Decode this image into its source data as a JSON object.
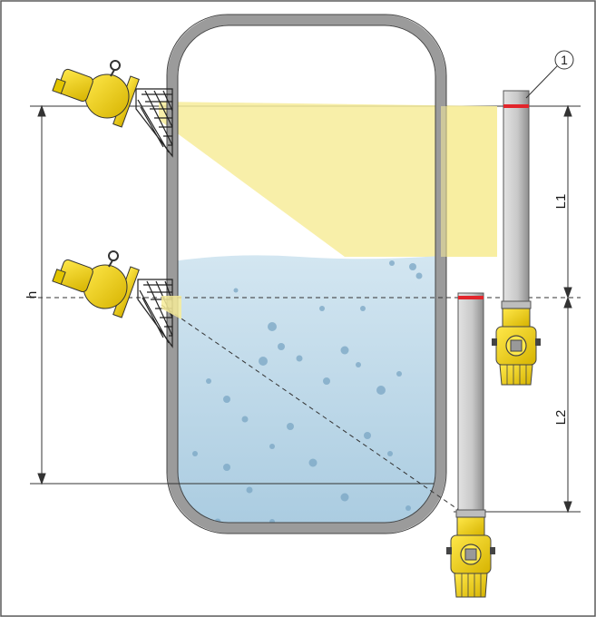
{
  "labels": {
    "h": "h",
    "L1": "L1",
    "L2": "L2",
    "callout_number": "1"
  },
  "colors": {
    "background": "#ffffff",
    "frame": "#5a5a5a",
    "vessel_wall": "#9b9b9b",
    "liquid": "#bcd6e6",
    "beam": "#f7ec9a",
    "sensor_yellow": "#f3d000",
    "tube_grey": "#c6c6c6",
    "level_mark": "#e2252b"
  },
  "icons": {
    "radar_sensor": "radar-sensor-icon",
    "transmitter_housing": "transmitter-housing-icon"
  }
}
